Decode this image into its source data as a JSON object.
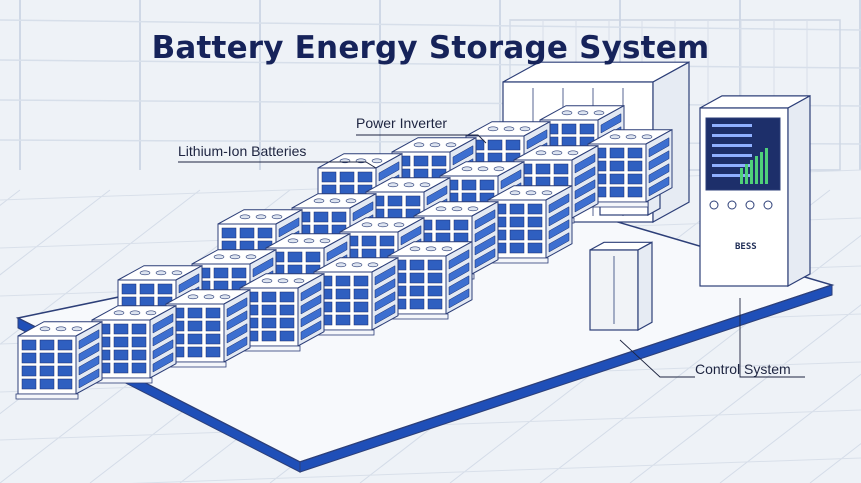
{
  "title": "Battery Energy Storage System",
  "labels": {
    "batteries": "Lithium-Ion Batteries",
    "inverter": "Power Inverter",
    "control": "Control System"
  },
  "panel_tag": "BESS",
  "colors": {
    "title": "#16235a",
    "line": "#2d3f78",
    "battery_blue": "#2f5fc0",
    "pad_blue": "#1f4fb8",
    "background": "#eef2f7"
  }
}
